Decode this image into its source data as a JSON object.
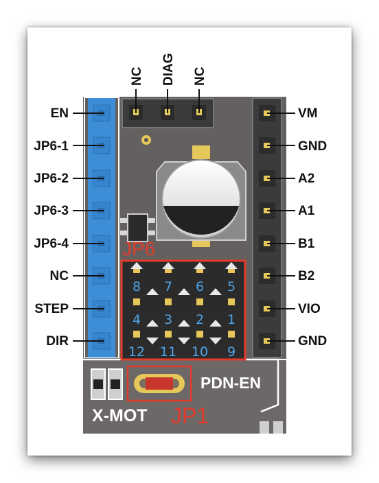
{
  "header": [
    "NC",
    "DIAG",
    "NC"
  ],
  "left_pins": [
    "EN",
    "JP6-1",
    "JP6-2",
    "JP6-3",
    "JP6-4",
    "NC",
    "STEP",
    "DIR"
  ],
  "right_pins": [
    "VM",
    "GND",
    "A2",
    "A1",
    "B1",
    "B2",
    "VIO",
    "GND"
  ],
  "jp6": {
    "label": "JP6",
    "row_top": [
      "8",
      "7",
      "6",
      "5"
    ],
    "row_mid": [
      "4",
      "3",
      "2",
      "1"
    ],
    "row_bot": [
      "12",
      "11",
      "10",
      "9"
    ]
  },
  "jp1": {
    "label": "JP1",
    "name": "PDN-EN"
  },
  "board_label": "X-MOT",
  "colors": {
    "board": "#656060",
    "blue_header": "#3d8ed6",
    "highlight": "#e23b2a",
    "number": "#4fa3e6"
  }
}
